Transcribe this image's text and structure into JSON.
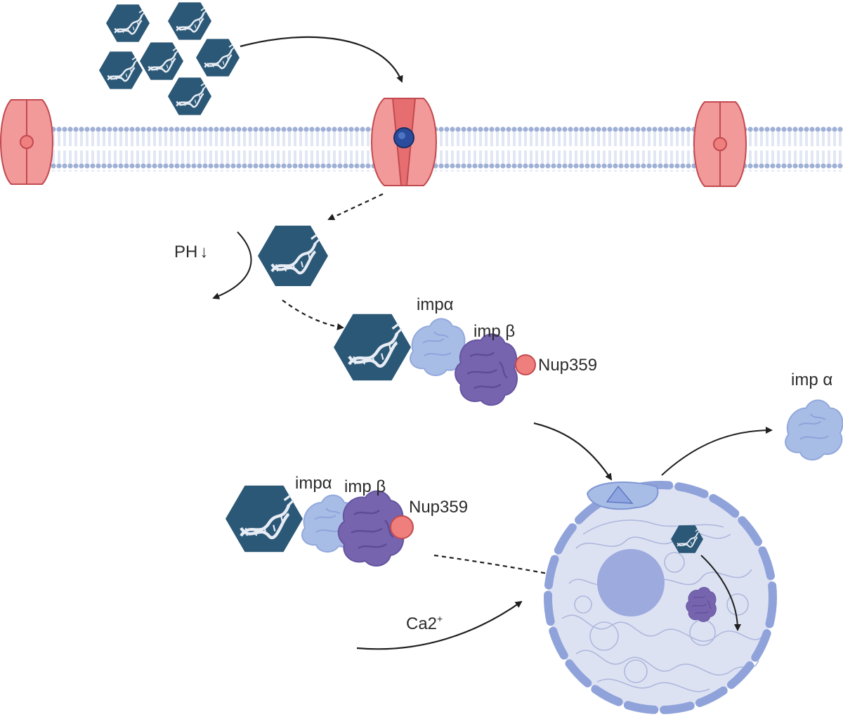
{
  "labels": {
    "ph": "PH",
    "ph_arrow": "↓",
    "imp_alpha_1": "impα",
    "imp_beta_1": "imp β",
    "nup_1": "Nup359",
    "imp_alpha_free": "imp α",
    "imp_alpha_2": "impα",
    "imp_beta_2": "imp β",
    "nup_2": "Nup359",
    "calcium_base": "Ca2",
    "calcium_sup": "+"
  },
  "colors": {
    "membrane": "#9fb0d6",
    "channel_fill": "#f2999a",
    "channel_stroke": "#c24a4f",
    "hexagon": "#2b5876",
    "dna_strand": "#e8edf5",
    "imp_alpha": "#a8bde6",
    "imp_beta": "#7664ae",
    "nup": "#ef7f7c",
    "nucleus_fill": "#dde2f3",
    "nucleus_envelope": "#8fa3da",
    "nucleolus": "#9daade",
    "chromatin": "#aeb8dc",
    "arrow": "#1f1f1f"
  }
}
